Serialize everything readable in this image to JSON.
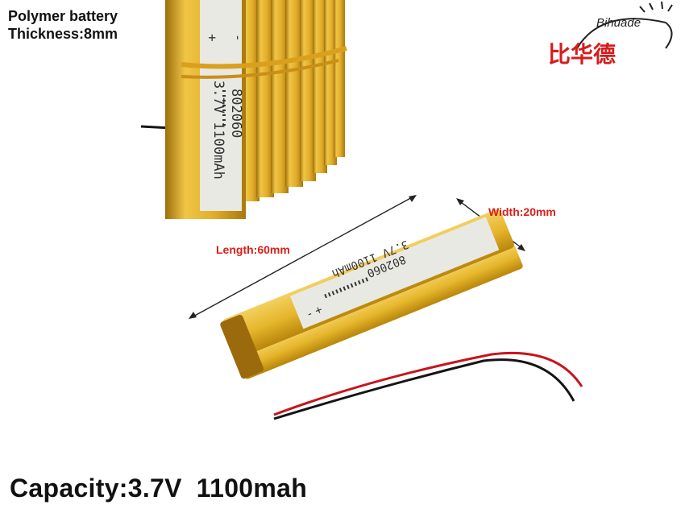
{
  "title": {
    "line1": "Polymer battery",
    "line2": "Thickness:8mm"
  },
  "capacity": {
    "label": "Capacity:3.7V",
    "value": "1100mah"
  },
  "dimensions": {
    "width": "Width:20mm",
    "length": "Length:60mm"
  },
  "logo": {
    "brand_en": "Bihuade",
    "brand_cn": "比华德"
  },
  "battery_label": {
    "model": "802060",
    "spec": "3.7V 1100mAh",
    "pos": "+",
    "neg": "-"
  },
  "colors": {
    "gold": "#e6b62c",
    "gold_dark": "#b8860b",
    "label_white": "#eeeeea",
    "red_text": "#d9201b",
    "wire_red": "#c8141c",
    "wire_black": "#151515"
  }
}
